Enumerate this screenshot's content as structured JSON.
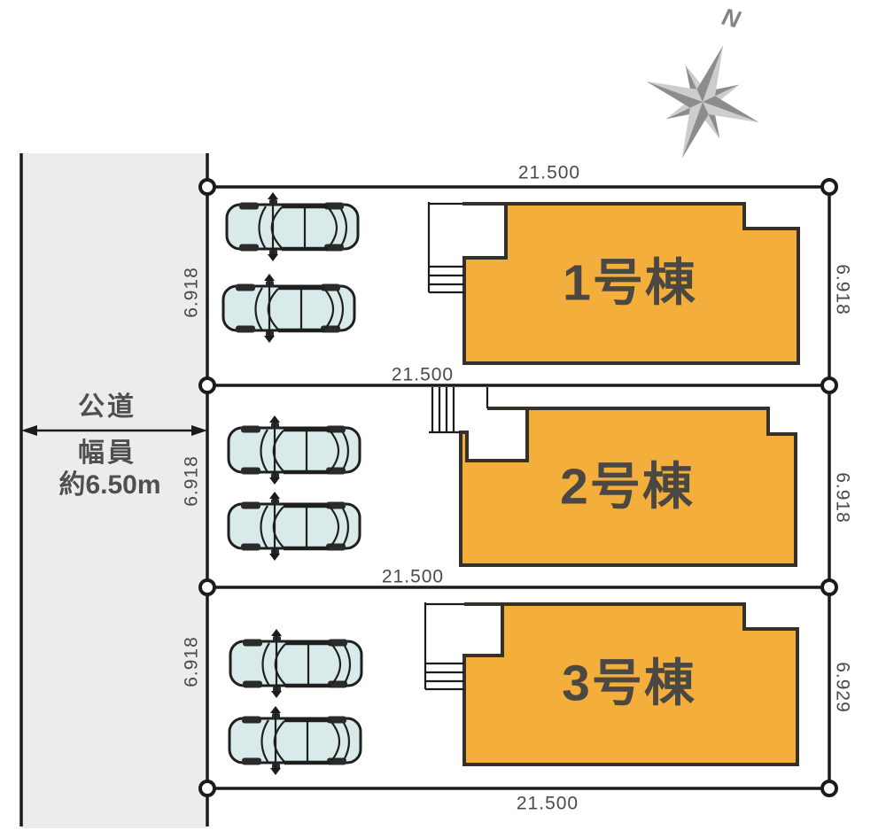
{
  "colors": {
    "building-fill": "#F4AE3B",
    "building-outline": "#35302A",
    "car-fill": "#D8EBEA",
    "car-outline": "#1F1F1F",
    "road-fill": "#ECECEA",
    "line": "#1B1B1B",
    "text": "#4A4A4A",
    "compass-dark": "#8C8C8C",
    "compass-light": "#CDCDCD"
  },
  "compass": {
    "north_label": "N"
  },
  "road": {
    "name": "公道",
    "width_caption": "幅員",
    "width_value": "約6.50m"
  },
  "plots": [
    {
      "building_label": "1号棟",
      "north_width": "21.500",
      "west_depth": "6.918",
      "east_depth": "6.918"
    },
    {
      "building_label": "2号棟",
      "north_width": "21.500",
      "west_depth": "6.918",
      "east_depth": "6.918"
    },
    {
      "building_label": "3号棟",
      "north_width": "21.500",
      "west_depth": "6.918",
      "east_depth": "6.929"
    }
  ],
  "south_width": "21.500"
}
